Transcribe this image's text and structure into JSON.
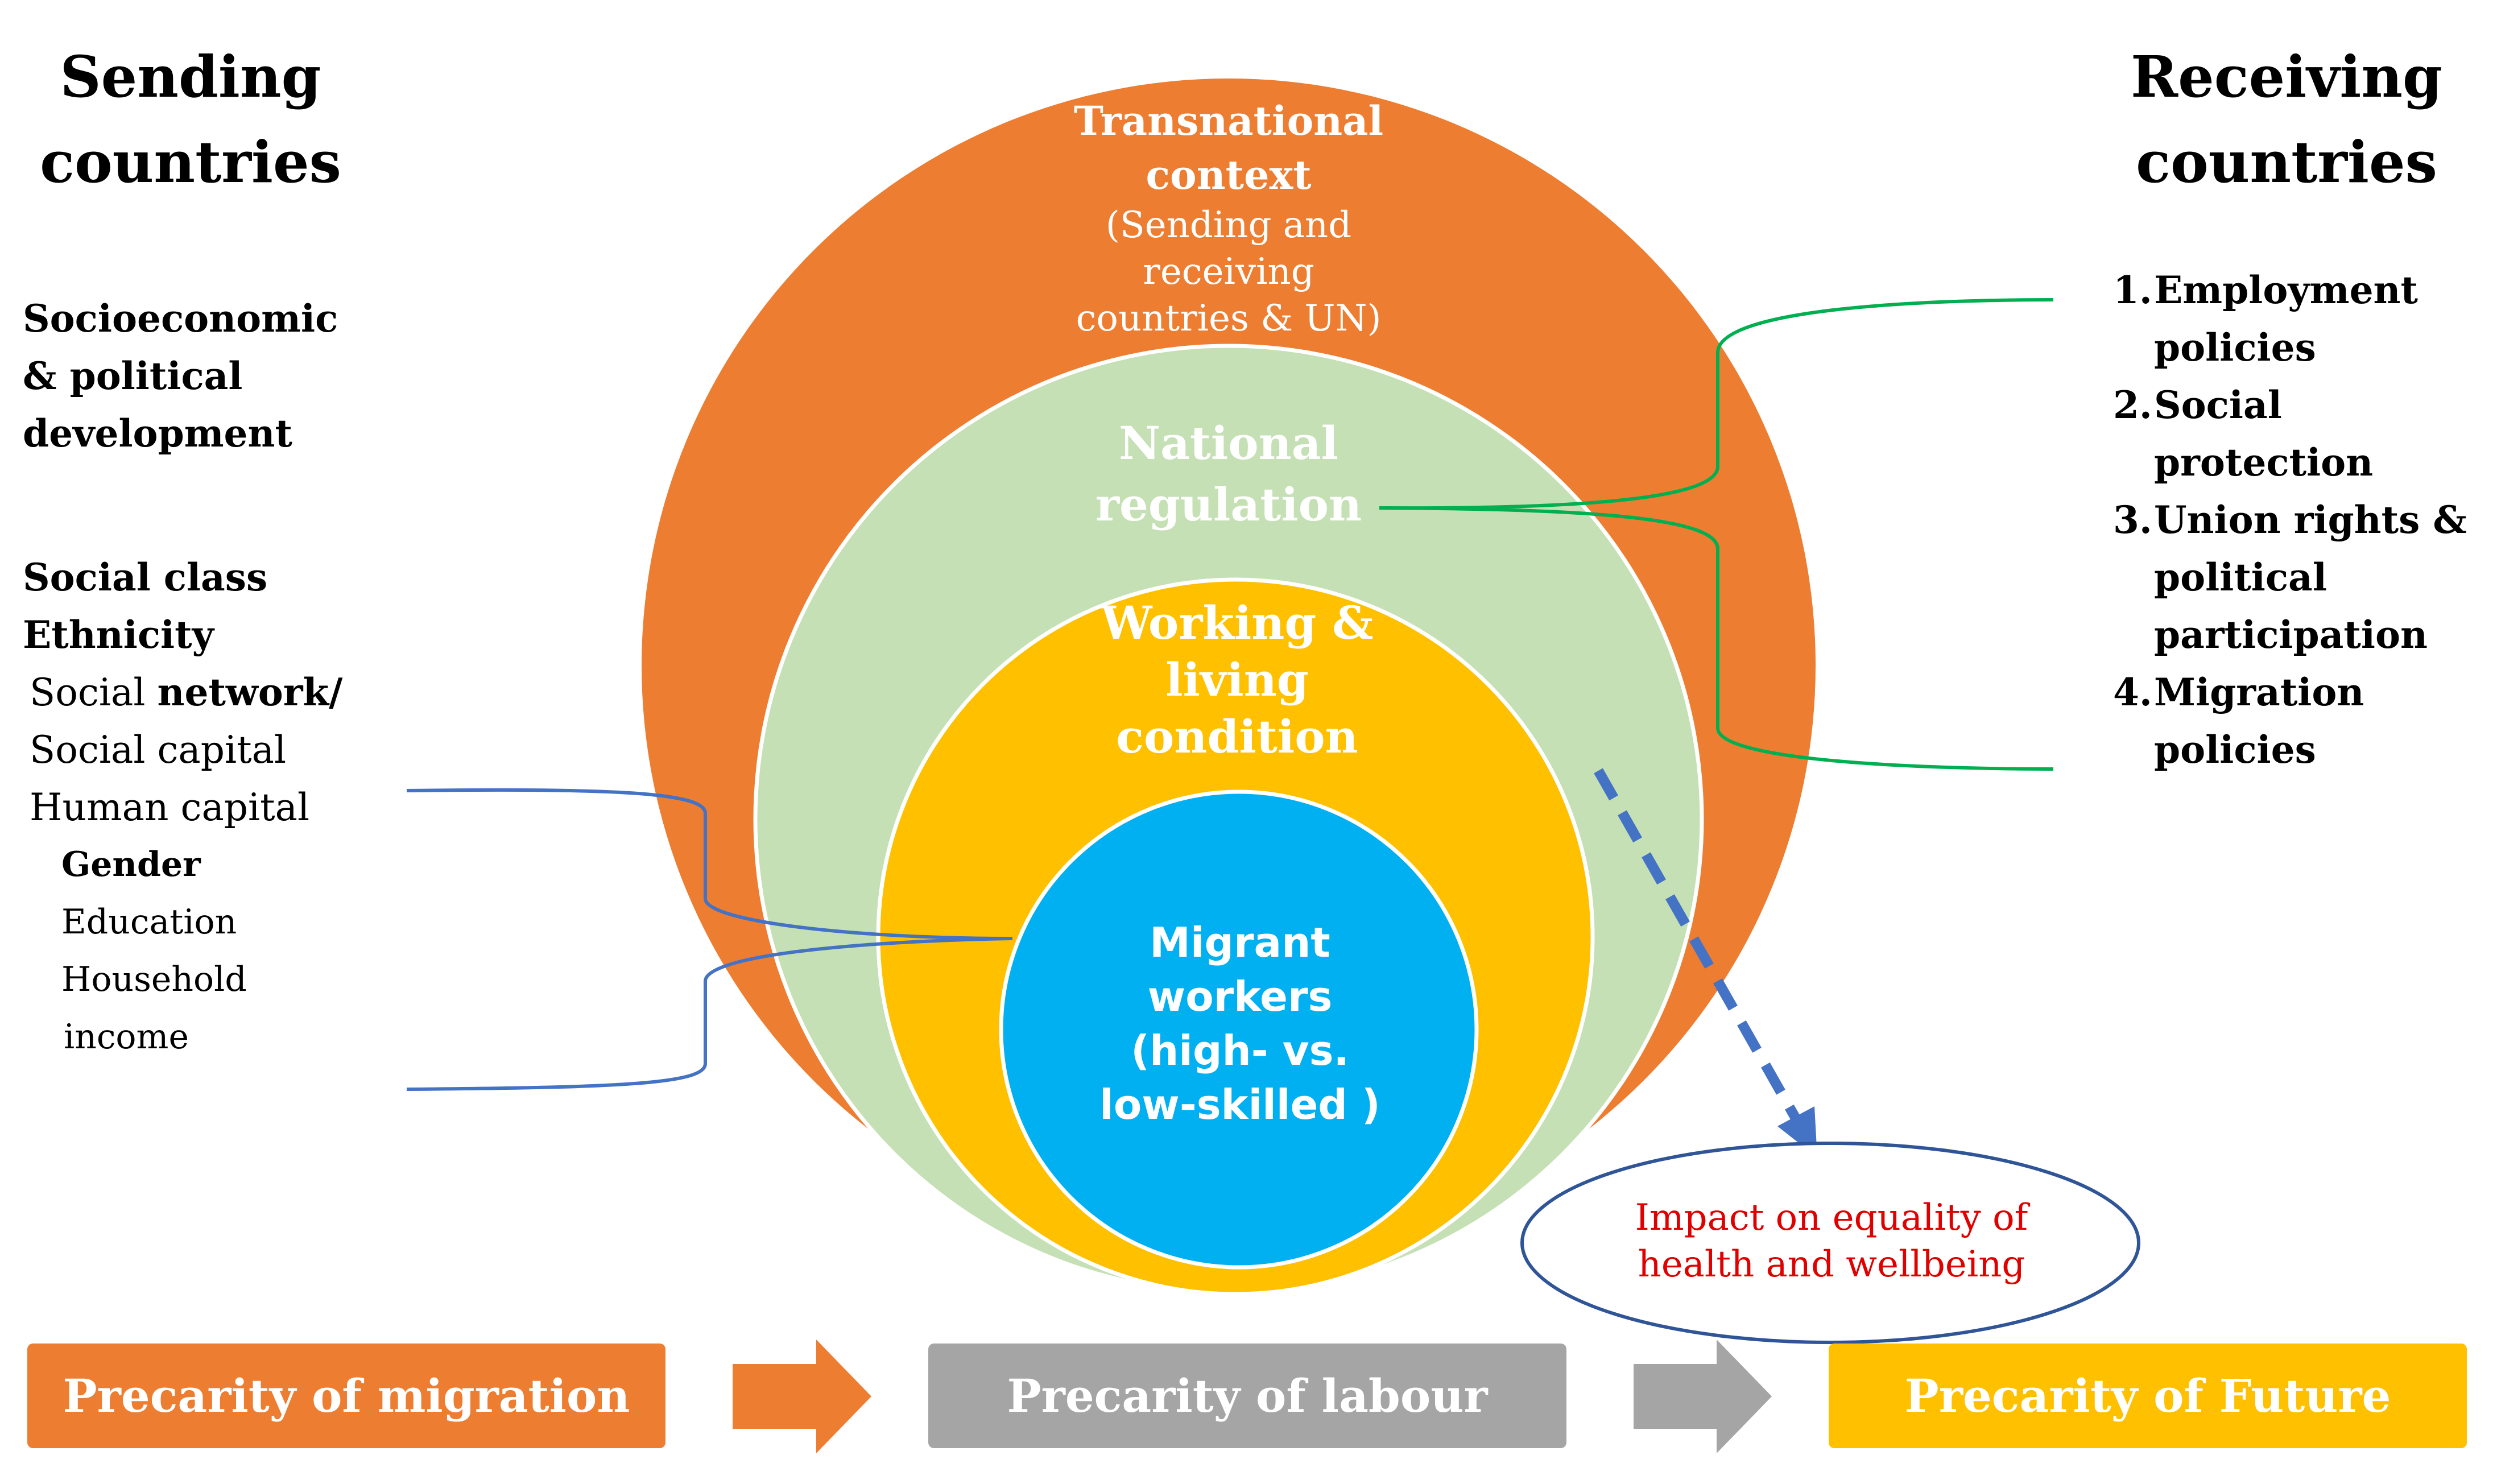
{
  "sending": {
    "heading_line1": "Sending",
    "heading_line2": "countries",
    "factors_group1": [
      "Socioeconomic",
      "& political",
      "development"
    ],
    "factors_group2": {
      "social_class": "Social class",
      "ethnicity": "Ethnicity",
      "social_network_prefix": "Social ",
      "social_network_bold": "network/",
      "social_capital": "Social capital",
      "human_capital": "Human capital",
      "gender": "Gender",
      "education": "Education",
      "household": "Household",
      "income": "income"
    }
  },
  "receiving": {
    "heading_line1": "Receiving",
    "heading_line2": "countries",
    "policies": [
      {
        "num": "1.",
        "line1": "Employment",
        "line2": "policies"
      },
      {
        "num": "2.",
        "line1": "Social",
        "line2": "protection"
      },
      {
        "num": "3.",
        "line1": "Union rights &",
        "line2": "political",
        "line3": "participation"
      },
      {
        "num": "4.",
        "line1": "Migration",
        "line2": "policies"
      }
    ]
  },
  "circles": {
    "transnational": {
      "title1": "Transnational",
      "title2": "context",
      "sub1": "(Sending and",
      "sub2": "receiving",
      "sub3": "countries & UN)",
      "color": "#ED7D31"
    },
    "national": {
      "title1": "National",
      "title2": "regulation",
      "color": "#C5E0B4"
    },
    "working": {
      "title1": "Working &",
      "title2": "living",
      "title3": "condition",
      "color": "#FFC000"
    },
    "migrant": {
      "title1": "Migrant",
      "title2": "workers",
      "title3": "(high- vs.",
      "title4": "low-skilled )",
      "color": "#00B0F0"
    }
  },
  "impact": {
    "line1": "Impact on equality of",
    "line2": "health and wellbeing",
    "text_color": "#E00000",
    "border_color": "#2F5597"
  },
  "precarity": [
    {
      "label": "Precarity of migration",
      "color": "#ED7D31"
    },
    {
      "label": "Precarity of labour",
      "color": "#A5A5A5"
    },
    {
      "label": "Precarity of Future",
      "color": "#FFC000"
    }
  ],
  "connector_colors": {
    "left": "#4472C4",
    "right": "#00B050",
    "arrow": "#4472C4"
  }
}
